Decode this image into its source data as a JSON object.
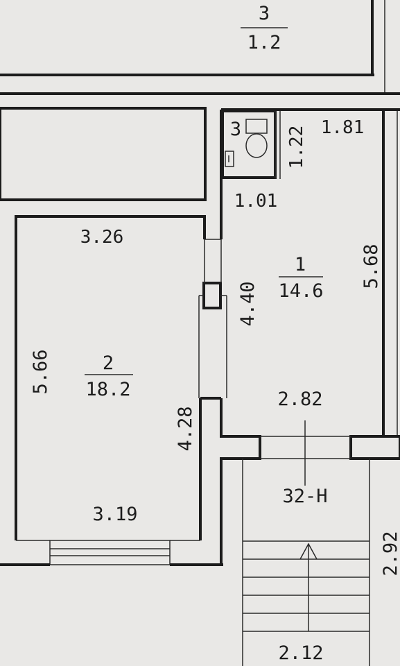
{
  "rooms": {
    "room3": {
      "number": "3",
      "area": "1.2"
    },
    "room1": {
      "number": "1",
      "area": "14.6"
    },
    "room2": {
      "number": "2",
      "area": "18.2"
    }
  },
  "bathroom_number": "3",
  "dimensions": {
    "d_1_81": "1.81",
    "d_1_22": "1.22",
    "d_1_01": "1.01",
    "d_3_26": "3.26",
    "d_5_68": "5.68",
    "d_4_40": "4.40",
    "d_5_66": "5.66",
    "d_2_82": "2.82",
    "d_4_28": "4.28",
    "d_3_19": "3.19",
    "d_2_92": "2.92",
    "d_2_12": "2.12"
  },
  "stair_label": "32-Н"
}
